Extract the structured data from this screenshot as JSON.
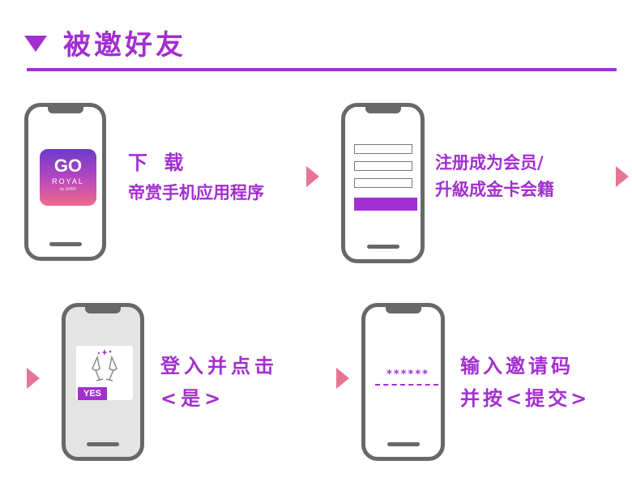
{
  "header": {
    "title": "被邀好友"
  },
  "steps": [
    {
      "line1": "下 载",
      "line2": "帝赏手机应用程序"
    },
    {
      "line1": "注册成为会员/",
      "line2": "升級成金卡会籍"
    },
    {
      "line1": "登入并点击",
      "line2": "<是>"
    },
    {
      "line1": "输入邀请码",
      "line2": "并按<提交>"
    }
  ],
  "app_icon": {
    "logo": "GO",
    "name": "ROYAL",
    "byline": "by SHKP"
  },
  "confirm": {
    "yes_label": "YES"
  },
  "invite_code": {
    "masked": "******"
  },
  "colors": {
    "accent": "#a22fd0",
    "arrow": "#e67593",
    "phone_frame": "#686868"
  }
}
